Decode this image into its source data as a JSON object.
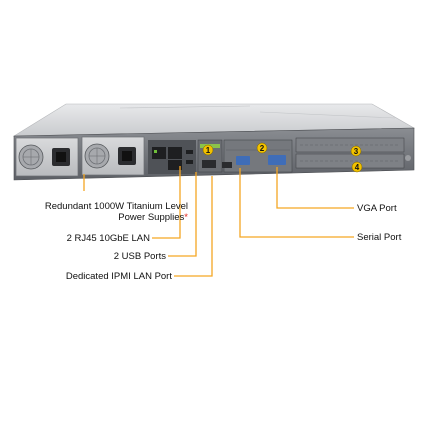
{
  "callouts": [
    {
      "id": "psu",
      "line1": "Redundant 1000W Titanium Level",
      "line2": "Power Supplies",
      "note_mark": "*"
    },
    {
      "id": "lan",
      "text": "2 RJ45 10GbE LAN"
    },
    {
      "id": "usb",
      "text": "2 USB Ports"
    },
    {
      "id": "ipmi",
      "text": "Dedicated IPMI LAN Port"
    },
    {
      "id": "vga",
      "text": "VGA Port"
    },
    {
      "id": "serial",
      "text": "Serial Port"
    }
  ],
  "slot_badges": [
    "1",
    "2",
    "3",
    "4"
  ],
  "colors": {
    "leader_line": "#f5a623",
    "badge_fill": "#f2c200",
    "note_mark": "#e2231a",
    "chassis": "#d3d5d8",
    "chassis_dark": "#3a3c40"
  },
  "icons": [
    "power-supply",
    "rj45-port",
    "usb-port",
    "vga-port",
    "serial-port",
    "pcie-slot"
  ]
}
